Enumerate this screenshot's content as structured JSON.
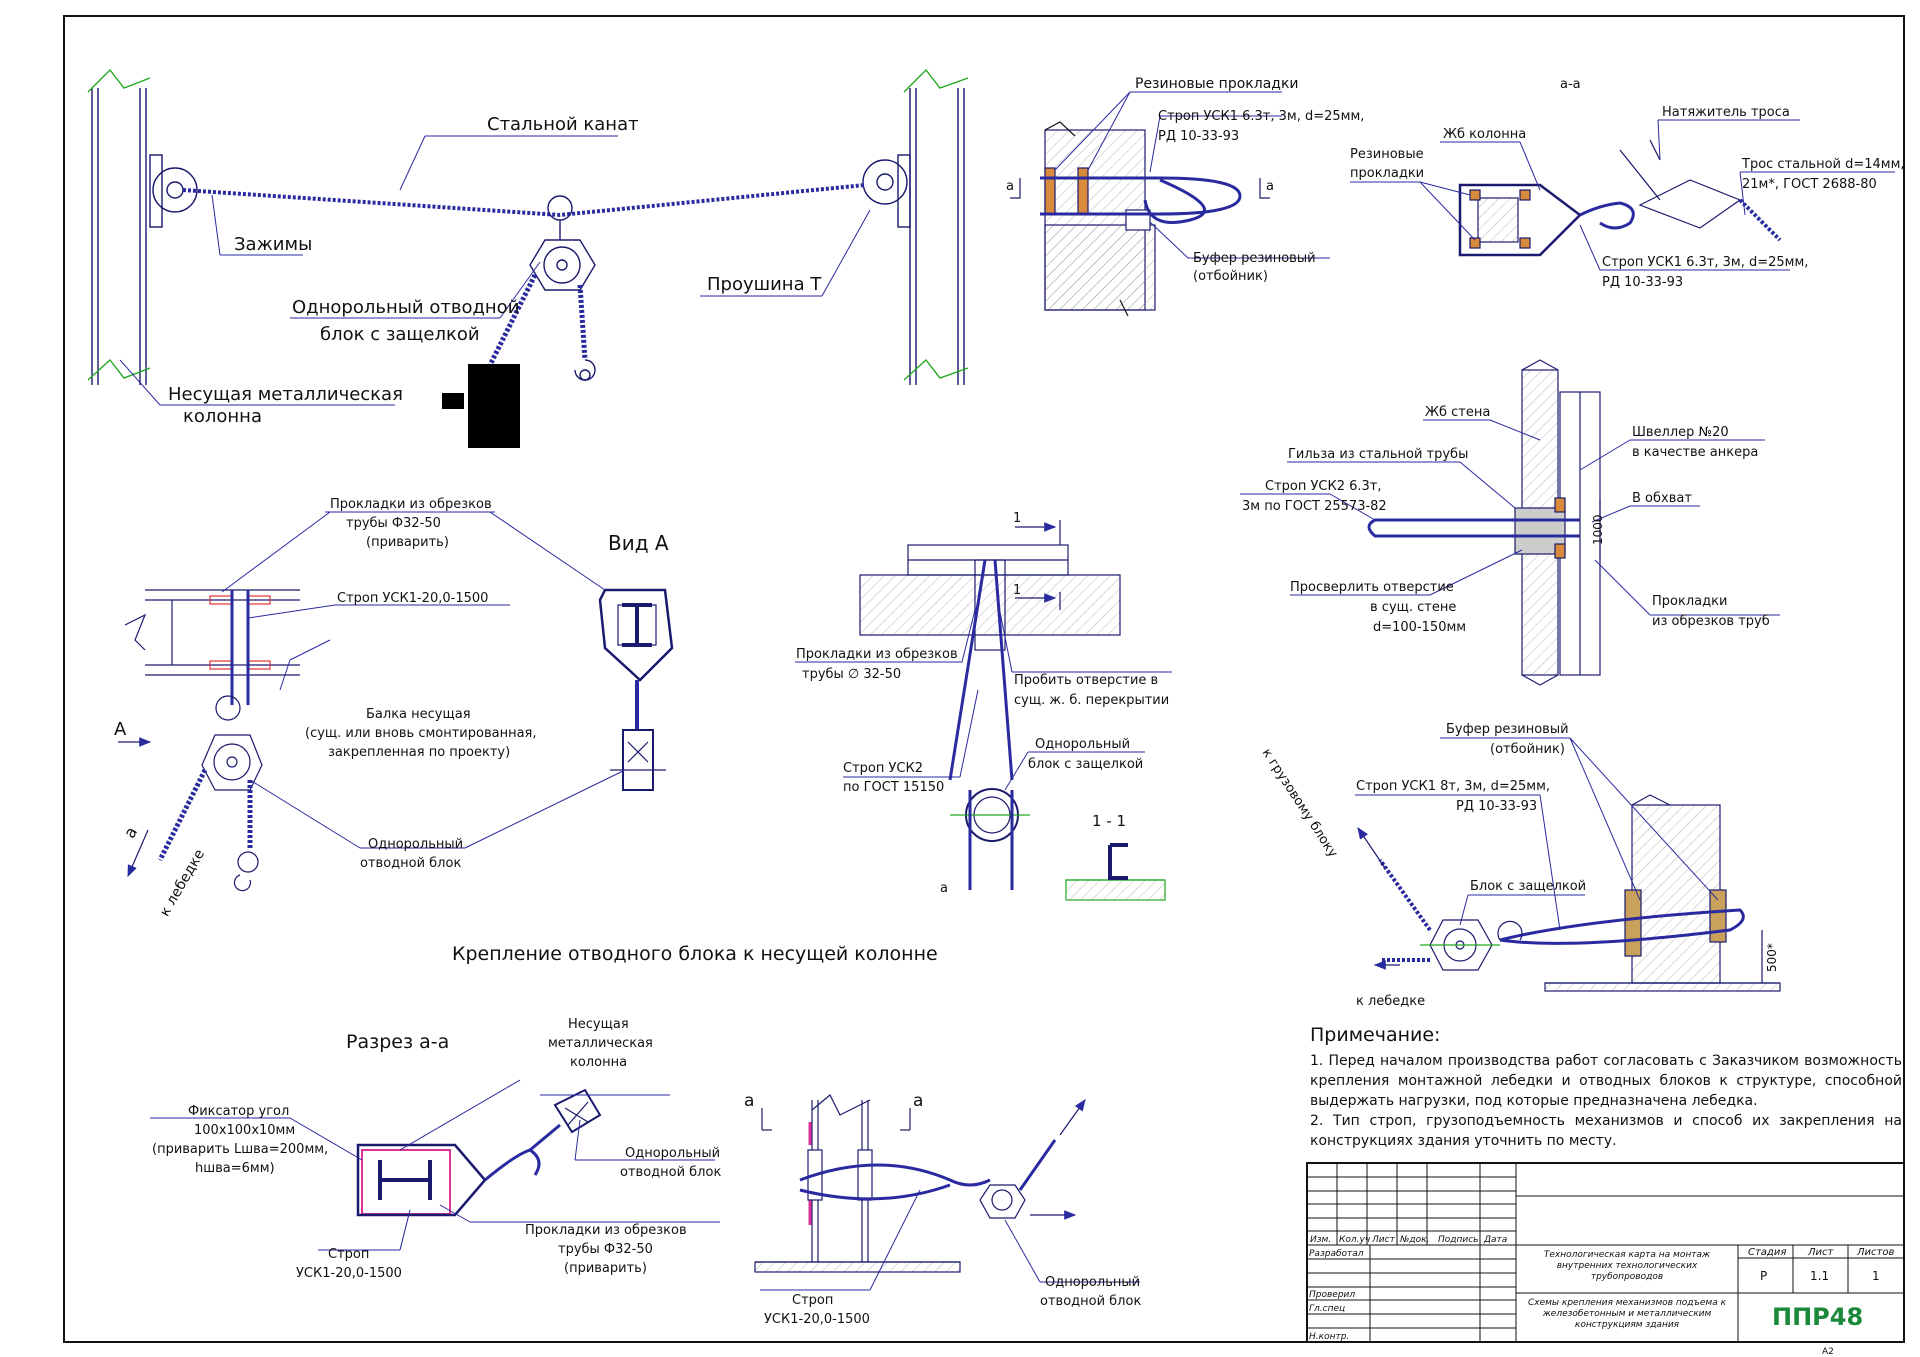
{
  "labels": {
    "steel_rope": "Стальной канат",
    "clamps": "Зажимы",
    "eye_t": "Проушина Т",
    "single_block_l1": "Однорольный отводной",
    "single_block_l2": "блок с защелкой",
    "bearing_col_l1": "Несущая металлическая",
    "bearing_col_l2": "колонна",
    "rubber_pads_top": "Резиновые прокладки",
    "sling_usk1_l1": "Строп УСК1 6.3т, 3м, d=25мм,",
    "sling_usk1_l2": "РД 10-33-93",
    "buffer_l1": "Буфер резиновый",
    "buffer_l2": "(отбойник)",
    "section_aa_top": "а-а",
    "rc_column": "Жб колонна",
    "tensioner": "Натяжитель троса",
    "rubber_pads2_l1": "Резиновые",
    "rubber_pads2_l2": "прокладки",
    "steel_cable_l1": "Трос стальной d=14мм,",
    "steel_cable_l2": "21м*, ГОСТ 2688-80",
    "sling_usk1b_l1": "Строп УСК1 6.3т, 3м, d=25мм,",
    "sling_usk1b_l2": "РД 10-33-93",
    "pipe_pads_l1": "Прокладки из обрезков",
    "pipe_pads_l2": "трубы Ф32-50",
    "pipe_pads_l3": "(приварить)",
    "view_a": "Вид А",
    "sling_usk1_20": "Строп УСК1-20,0-1500",
    "beam_l1": "Балка несущая",
    "beam_l2": "(сущ. или вновь смонтированная,",
    "beam_l3": "закрепленная по проекту)",
    "arrow_a": "А",
    "small_a": "а",
    "to_winch": "к лебедке",
    "single_block2_l1": "Однорольный",
    "single_block2_l2": "отводной блок",
    "mark_1": "1",
    "pads_tube_l1": "Прокладки из обрезков",
    "pads_tube_l2": "трубы  ∅ 32-50",
    "hole_l1": "Пробить отверстие в",
    "hole_l2": "сущ. ж. б. перекрытии",
    "sling_usk2_l1": "Строп УСК2",
    "sling_usk2_l2": "по ГОСТ 15150",
    "block_latch_l1": "Однорольный",
    "block_latch_l2": "блок с защелкой",
    "section_11": "1 - 1",
    "rc_wall": "Жб стена",
    "sleeve": "Гильза из стальной трубы",
    "sling_usk2b_l1": "Строп УСК2 6.3т,",
    "sling_usk2b_l2": "3м по ГОСТ 25573-82",
    "drill_l1": "Просверлить отверстие",
    "drill_l2": "в сущ. стене",
    "drill_l3": "d=100-150мм",
    "channel_l1": "Швеллер №20",
    "channel_l2": "в качестве анкера",
    "wrap": "В обхват",
    "dim_1000": "1000",
    "pads_pipes_l1": "Прокладки",
    "pads_pipes_l2": "из обрезков труб",
    "buffer2_l1": "Буфер резиновый",
    "buffer2_l2": "(отбойник)",
    "to_cargo_block": "к грузовому блоку",
    "sling_usk1_8_l1": "Строп УСК1 8т, 3м, d=25мм,",
    "sling_usk1_8_l2": "РД 10-33-93",
    "block_latch2": "Блок с защелкой",
    "to_winch2": "к лебедке",
    "dim_500": "500*",
    "caption_mount": "Крепление отводного блока к несущей колонне",
    "section_aa_bottom": "Разрез а-а",
    "bearing_col2_l1": "Несущая",
    "bearing_col2_l2": "металлическая",
    "bearing_col2_l3": "колонна",
    "fixator_l1": "Фиксатор угол",
    "fixator_l2": "100х100х10мм",
    "fixator_l3": "(приварить Lшва=200мм,",
    "fixator_l4": "hшва=6мм)",
    "single_block3_l1": "Однорольный",
    "single_block3_l2": "отводной блок",
    "pads3_l1": "Прокладки из обрезков",
    "pads3_l2": "трубы Ф32-50",
    "pads3_l3": "(приварить)",
    "sling3_l1": "Строп",
    "sling3_l2": "УСК1-20,0-1500",
    "sec_a_left": "а",
    "sec_a_right": "а",
    "sling4_l1": "Строп",
    "sling4_l2": "УСК1-20,0-1500",
    "single_block4_l1": "Однорольный",
    "single_block4_l2": "отводной блок"
  },
  "notes": {
    "title": "Примечание:",
    "items": [
      "1.      Перед началом производства работ согласовать с Заказчиком возможность крепления монтажной лебедки и отводных блоков к структуре, способной выдержать нагрузки, под которые предназначена лебедка.",
      "2.      Тип строп, грузоподъемность механизмов и способ их закрепления на конструкциях здания уточнить по месту."
    ]
  },
  "stamp": {
    "headers": [
      "Изм.",
      "Кол.уч",
      "Лист",
      "№док.",
      "Подпись",
      "Дата"
    ],
    "roles": [
      "Разработал",
      "Проверил",
      "Гл.спец",
      "Н.контр."
    ],
    "doc_title": "Технологическая карта на монтаж внутренних технологических трубопроводов",
    "stage_h": "Стадия",
    "sheet_h": "Лист",
    "sheets_h": "Листов",
    "stage": "Р",
    "sheet": "1.1",
    "sheets": "1",
    "drawing_title": "Схемы крепления механизмов подъема к железобетонным и металлическим конструкциям здания",
    "logo": "ППР48",
    "format": "А2"
  },
  "colors": {
    "line": "#1a1a6e",
    "rope": "#2a2aa0",
    "pad": "#d98a3a",
    "green": "#22aa22",
    "red": "#dd3333",
    "logo": "#1a8a3a"
  }
}
